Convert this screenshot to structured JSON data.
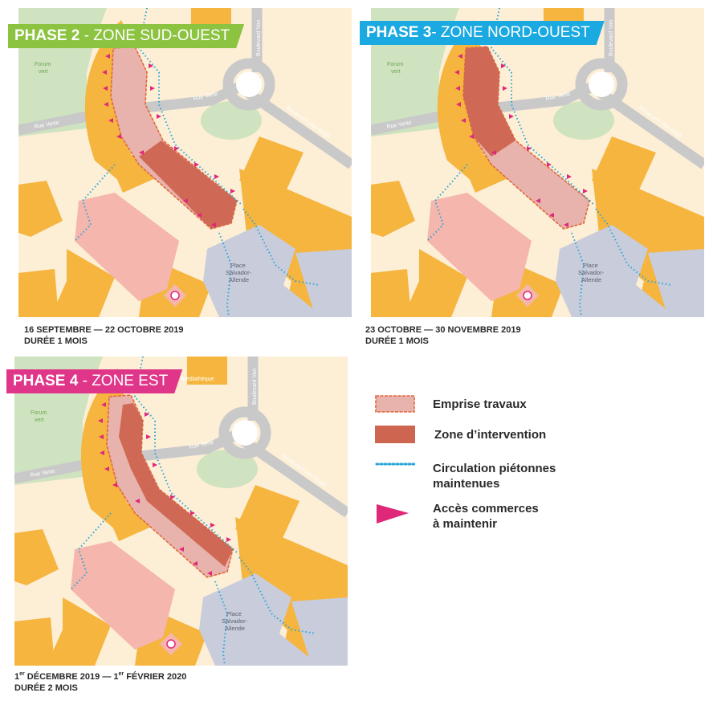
{
  "colors": {
    "background": "#fdeed6",
    "park": "#cfe3c0",
    "building": "#f5b53e",
    "building_pink": "#f4b6ad",
    "road": "#c9c9c9",
    "place": "#c9ccdb",
    "emprise_fill": "#e8b3ac",
    "emprise_border": "#e0683c",
    "intervention": "#cd6551",
    "pedestrian": "#2aa6d9",
    "access_arrow": "#e0287a",
    "phase2": "#8cc341",
    "phase3": "#1aa9e0",
    "phase4": "#e0368a"
  },
  "phases": [
    {
      "id": "phase2",
      "badge_bold": "PHASE 2",
      "badge_rest": " - ZONE SUD-OUEST",
      "caption_line1": "16 SEPTEMBRE — 22 OCTOBRE 2019",
      "caption_line2": "DURÉE 1 MOIS",
      "intervention_zone": "south-east segment"
    },
    {
      "id": "phase3",
      "badge_bold": "PHASE 3",
      "badge_rest": "- ZONE NORD-OUEST",
      "caption_line1": "23 OCTOBRE — 30 NOVEMBRE 2019",
      "caption_line2": "DURÉE 1 MOIS",
      "intervention_zone": "north-west segment"
    },
    {
      "id": "phase4",
      "badge_bold": "PHASE 4",
      "badge_rest": " - ZONE EST",
      "caption_day1": "1",
      "caption_sup1": "er",
      "caption_mid": " DÉCEMBRE 2019 —  1",
      "caption_sup2": "er",
      "caption_end": " FÉVRIER 2020",
      "caption_line2": "DURÉE 2 MOIS",
      "intervention_zone": "east segment"
    }
  ],
  "map_labels": {
    "park": [
      "Forum",
      "vert"
    ],
    "street_rue_verte": "Rue Verte",
    "street_bd_vangogh": "Boulevard Van-Gogh",
    "street_bd_van_vertical": "Boulevard Van",
    "place": [
      "Place",
      "Salvador-",
      "Allende"
    ],
    "mediatheque": "Médiathèque"
  },
  "legend": [
    {
      "label": "Emprise travaux",
      "icon": "hatched-box-icon"
    },
    {
      "label": "Zone d’intervention",
      "icon": "filled-box-icon"
    },
    {
      "label_line1": "Circulation piétonnes",
      "label_line2": "maintenues",
      "icon": "dotted-line-icon"
    },
    {
      "label_line1": "Accès commerces",
      "label_line2": "à maintenir",
      "icon": "triangle-arrow-icon"
    }
  ]
}
